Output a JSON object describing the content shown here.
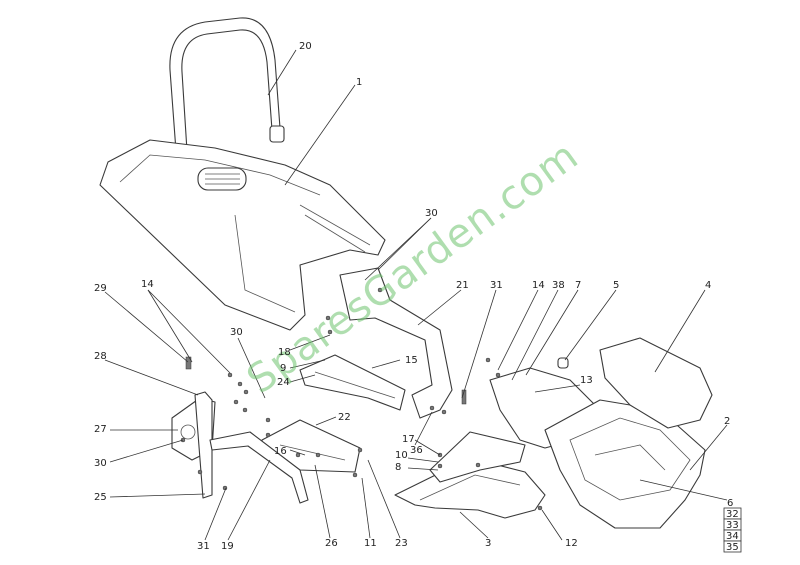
{
  "watermark": "SparesGarden.com",
  "callouts": {
    "c1": "1",
    "c2": "2",
    "c3": "3",
    "c4": "4",
    "c5": "5",
    "c6": "6",
    "c7": "7",
    "c8": "8",
    "c9": "9",
    "c10": "10",
    "c11": "11",
    "c12": "12",
    "c13": "13",
    "c14a": "14",
    "c14b": "14",
    "c15": "15",
    "c16": "16",
    "c17": "17",
    "c18": "18",
    "c19": "19",
    "c20": "20",
    "c21": "21",
    "c22": "22",
    "c23": "23",
    "c24": "24",
    "c25": "25",
    "c26": "26",
    "c27": "27",
    "c28": "28",
    "c29": "29",
    "c30a": "30",
    "c30b": "30",
    "c30c": "30",
    "c31a": "31",
    "c31b": "31",
    "c32": "32",
    "c33": "33",
    "c34": "34",
    "c35": "35",
    "c36": "36",
    "c38": "38"
  }
}
